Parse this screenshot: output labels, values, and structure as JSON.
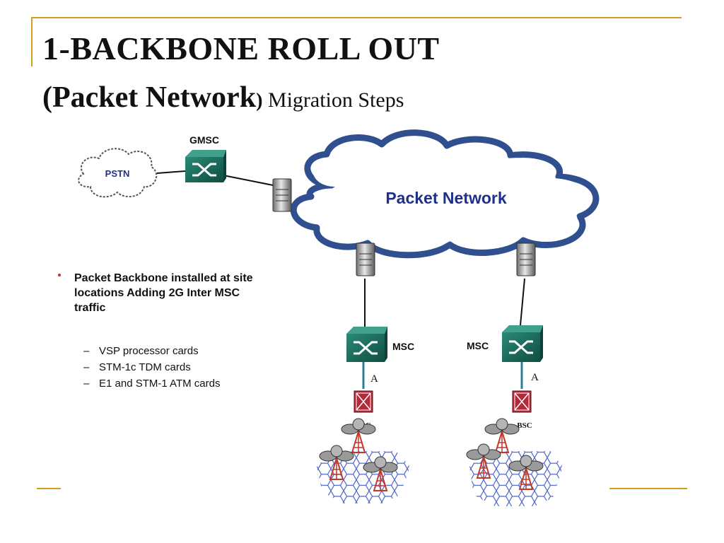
{
  "slide": {
    "title_line1": "1-BACKBONE ROLL OUT",
    "title_line2_big": "(Packet Network",
    "title_line2_paren": ")",
    "title_line2_small": " Migration Steps",
    "accent_color": "#d4a017"
  },
  "diagram": {
    "pstn_label": "PSTN",
    "gmsc_label": "GMSC",
    "cloud_label": "Packet Network",
    "msc_left_label": "MSC",
    "msc_right_label": "MSC",
    "link_left_label": "A",
    "link_right_label": "A",
    "bsc_left_label": "BSC",
    "bsc_right_label": "BSC",
    "switch_color": "#1a6b5c",
    "cloud_color": "#2f4f8f",
    "label_color": "#1f2f8c"
  },
  "bullets": {
    "main": "Packet Backbone installed at site locations Adding 2G Inter MSC traffic",
    "items": [
      "VSP processor cards",
      "STM-1c TDM cards",
      "E1 and STM-1 ATM cards"
    ]
  }
}
